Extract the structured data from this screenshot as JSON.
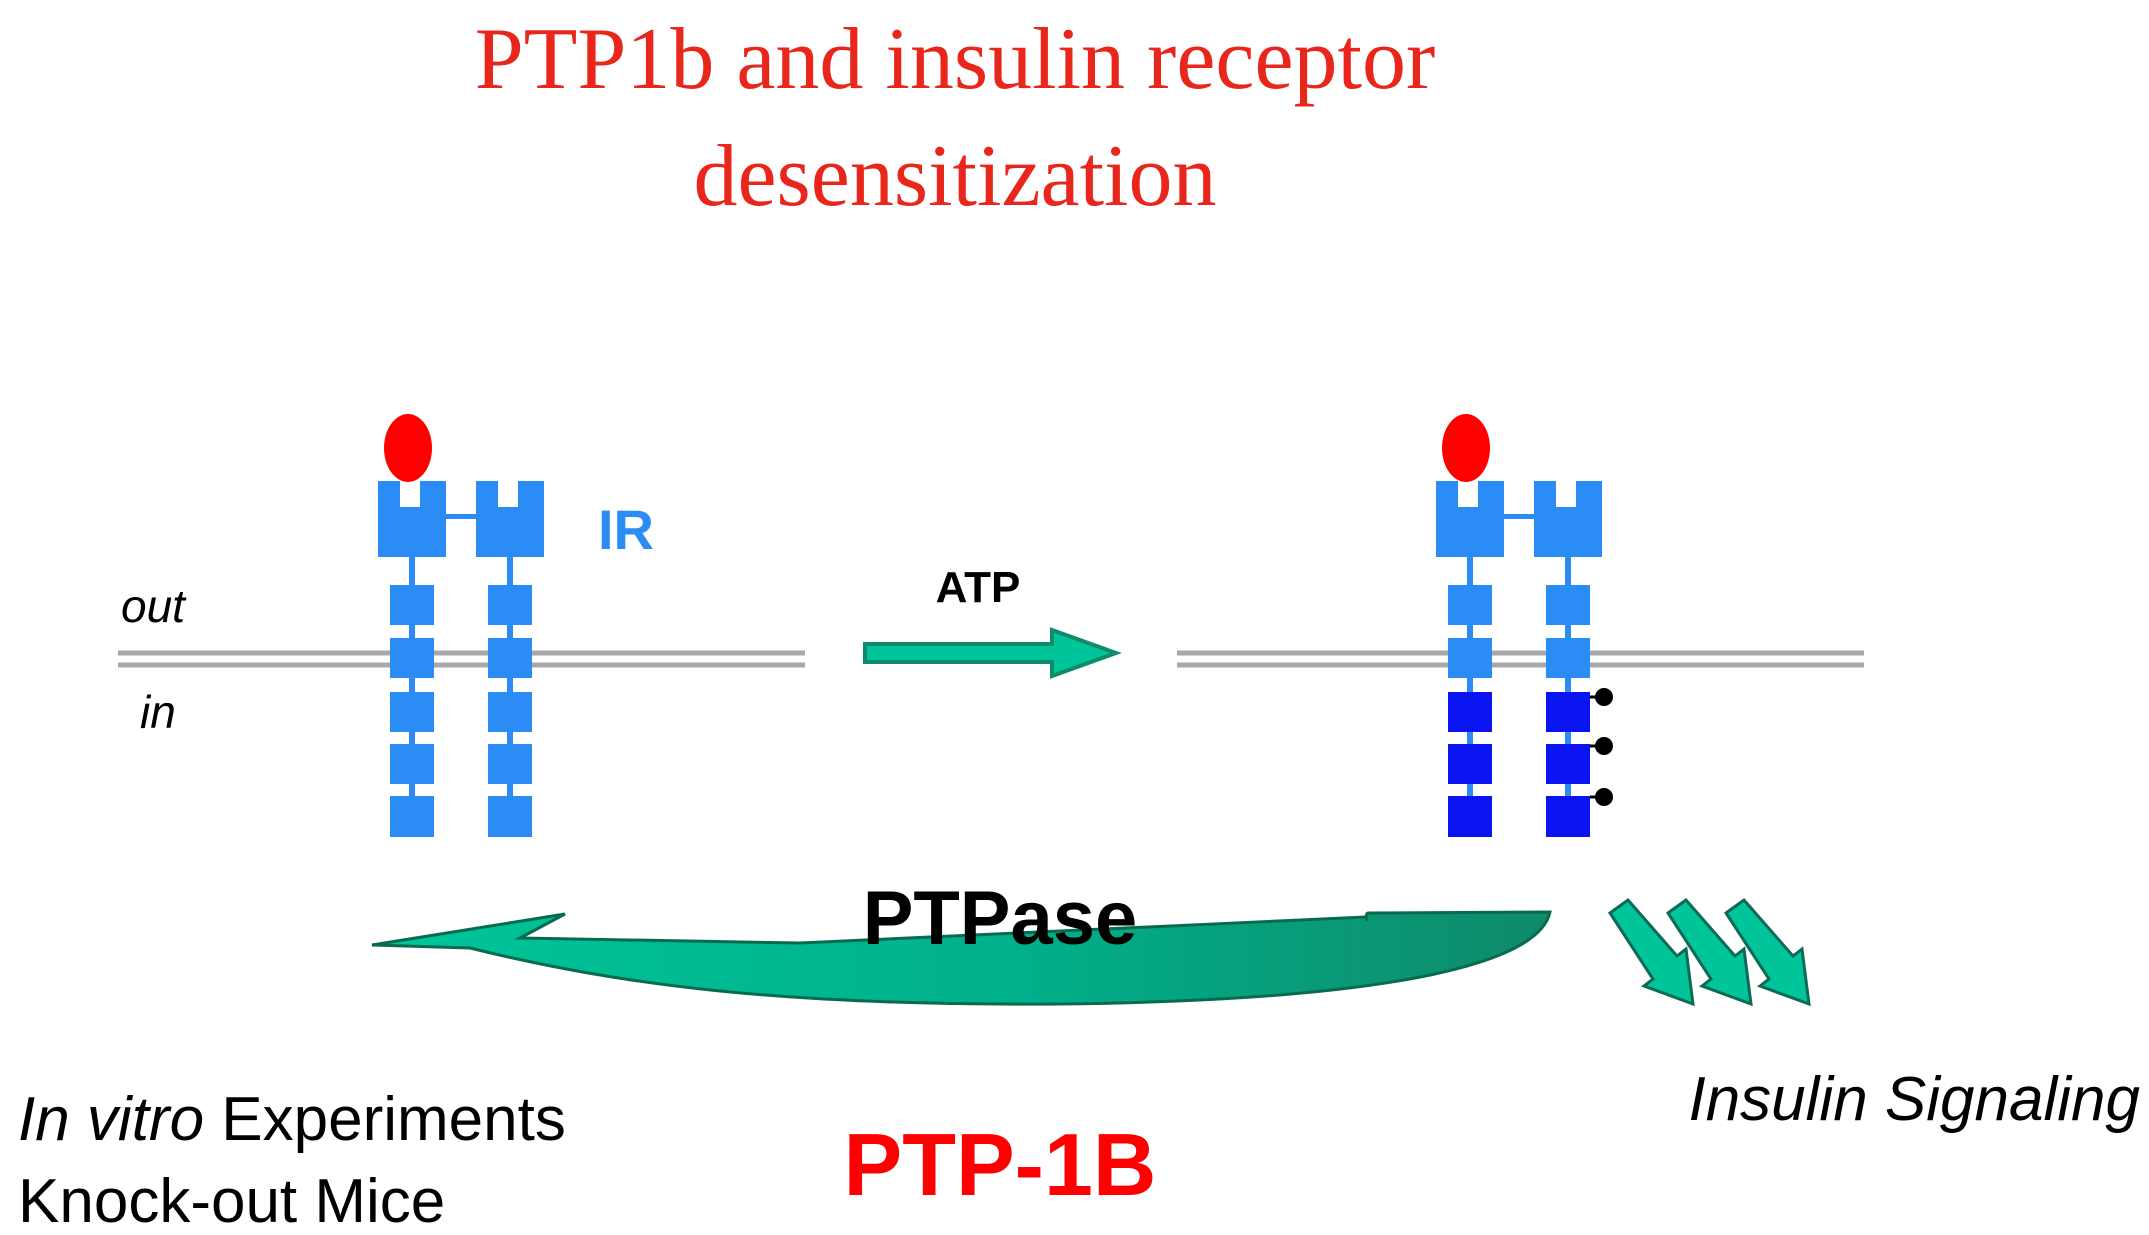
{
  "title": {
    "line1": "PTP1b and insulin receptor",
    "line2": "desensitization"
  },
  "labels": {
    "receptor": "IR",
    "outside": "out",
    "inside": "in",
    "atp": "ATP",
    "ptpase": "PTPase",
    "enzyme": "PTP-1B",
    "signaling": "Insulin Signaling"
  },
  "evidence": {
    "line1_italic": "In vitro",
    "line1_rest": " Experiments",
    "line2": "Knock-out Mice"
  },
  "colors": {
    "title": "#e8261c",
    "receptor_light": "#2a8cf4",
    "receptor_phosphorylated": "#0a14f0",
    "insulin": "#ff0000",
    "membrane": "#a8a8a8",
    "arrow_fill": "#00c59a",
    "arrow_dark": "#0f9070",
    "enzyme_label": "#ff0000"
  },
  "icons": {
    "ligand": "red-ellipse",
    "phosphate": "black-dot",
    "arrow": "teal-block-arrow"
  }
}
